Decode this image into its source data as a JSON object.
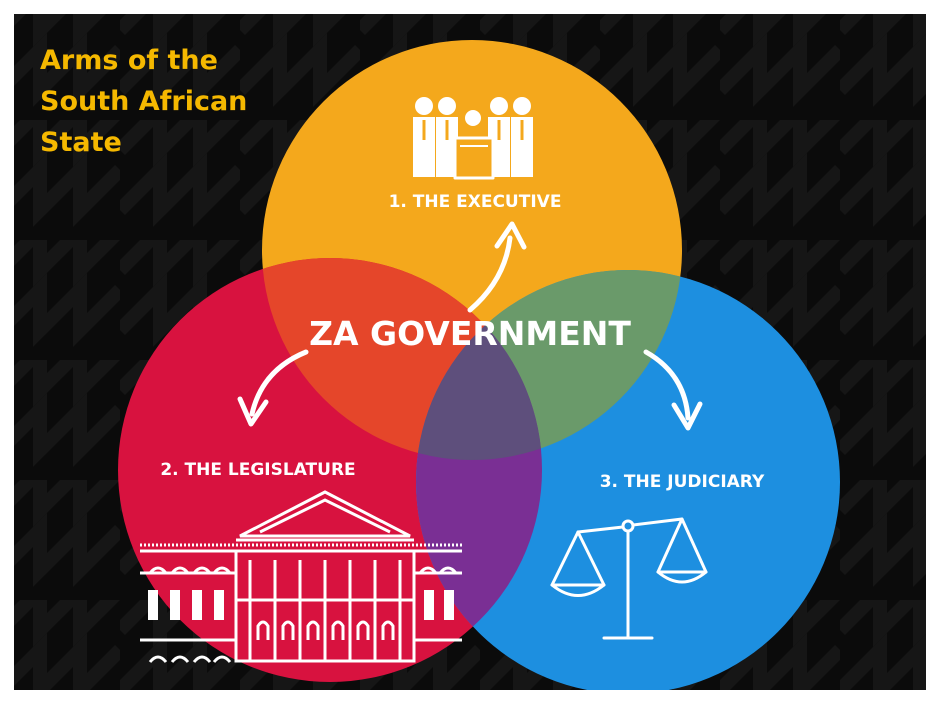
{
  "title": {
    "lines": [
      "Arms of the",
      "South African",
      "State"
    ]
  },
  "center_label": "ZA GOVERNMENT",
  "branches": [
    {
      "label": "1. THE EXECUTIVE",
      "color": "#f4a81c",
      "icon": "people-at-desk-icon"
    },
    {
      "label": "2. THE LEGISLATURE",
      "color": "#d8123f",
      "icon": "parliament-building-icon"
    },
    {
      "label": "3. THE JUDICIARY",
      "color": "#1d8fe0",
      "icon": "scales-of-justice-icon"
    }
  ],
  "colors": {
    "background": "#0b0b0b",
    "title": "#f5b800",
    "overlap_exec_legis": "#e5462a",
    "overlap_exec_judic": "#6a9a6a",
    "overlap_legis_judic": "#7a2f94",
    "overlap_all": "#5e4f7c"
  }
}
